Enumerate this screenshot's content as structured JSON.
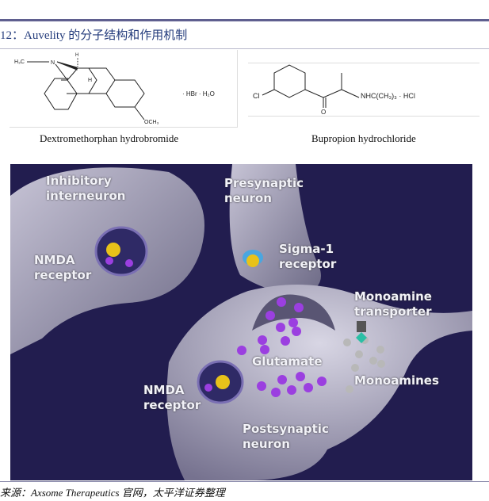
{
  "figure": {
    "title": "12：Auvelity 的分子结构和作用机制",
    "structures": [
      {
        "caption": "Dextromethorphan hydrobromide",
        "labels": {
          "methyl": "H₃C",
          "n": "N",
          "h_top": "H",
          "h_mid": "H",
          "salt": "· HBr · H₂O",
          "methoxy": "OCH₃"
        }
      },
      {
        "caption": "Bupropion hydrochloride",
        "labels": {
          "cl": "Cl",
          "o": "O",
          "amine": "NHC(CH₃)₃ · HCl"
        }
      }
    ],
    "illustration": {
      "labels": {
        "inhibitory": "Inhibitory\ninterneuron",
        "presynaptic": "Presynaptic\nneuron",
        "nmda_top": "NMDA\nreceptor",
        "sigma": "Sigma-1\nreceptor",
        "transporter": "Monoamine\ntransporter",
        "glutamate": "Glutamate",
        "monoamines": "Monoamines",
        "nmda_bottom": "NMDA\nreceptor",
        "postsynaptic": "Postsynaptic\nneuron"
      },
      "colors": {
        "background": "#221d4f",
        "glutamate": "#9b3fe0",
        "monoamine": "#b8b8b8"
      }
    },
    "source": "来源：Axsome Therapeutics 官网，太平洋证券整理"
  }
}
